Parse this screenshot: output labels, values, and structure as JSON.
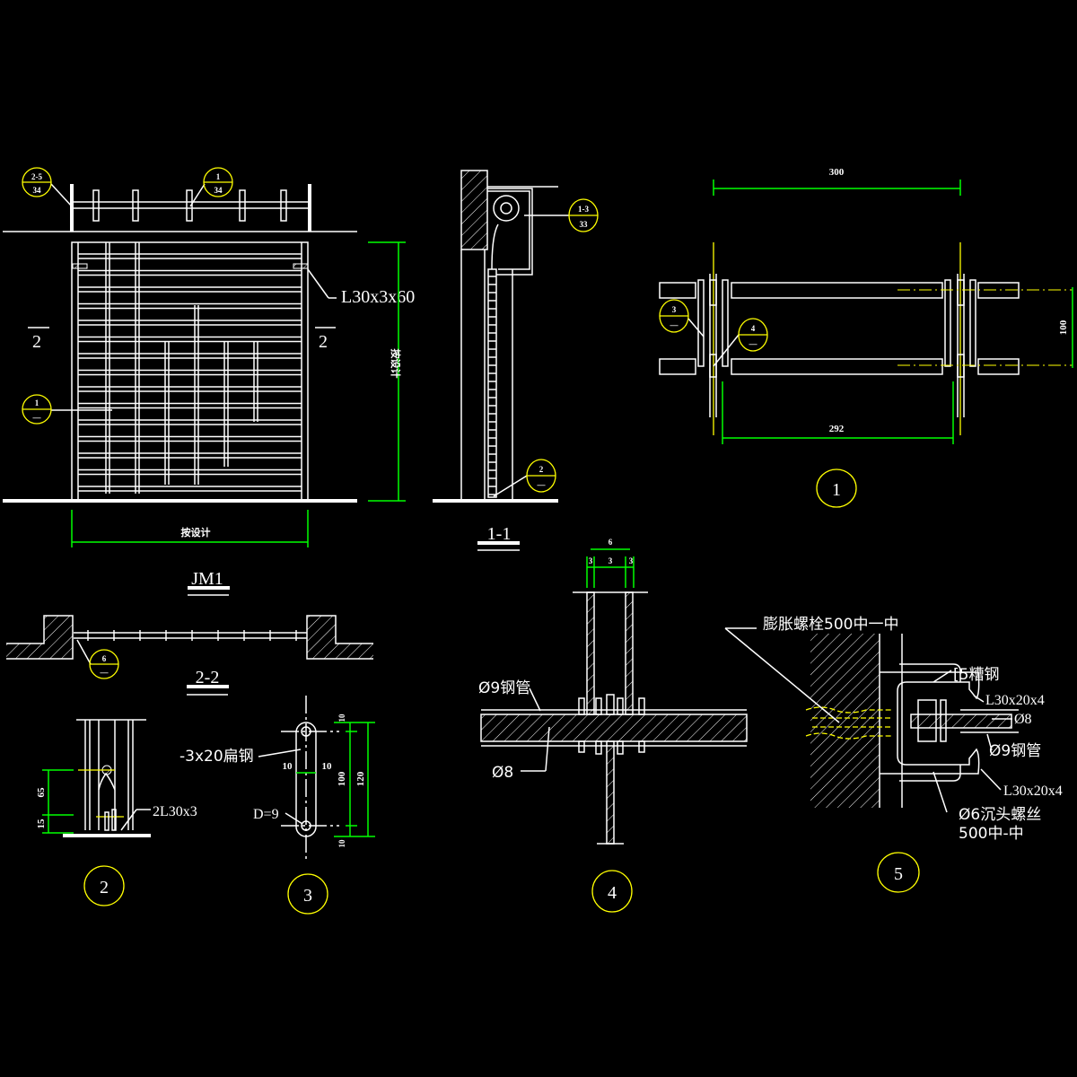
{
  "colors": {
    "background": "#000000",
    "lines": "#ffffff",
    "dimensions": "#00ff00",
    "callouts": "#ffff00"
  },
  "elevation": {
    "title": "JM1",
    "width_dim": "按设计",
    "height_dim": "按设计",
    "angle_label": "L30x3x60",
    "section_mark_left": "2",
    "section_mark_right": "2",
    "callout_a": {
      "top": "2-5",
      "bottom": "34"
    },
    "callout_b": {
      "top": "1",
      "bottom": "34"
    },
    "callout_c": {
      "top": "1",
      "bottom": "—"
    }
  },
  "section_1_1": {
    "title": "1-1",
    "callout_a": {
      "top": "1-3",
      "bottom": "33"
    },
    "callout_b": {
      "top": "2",
      "bottom": "—"
    }
  },
  "section_2_2": {
    "title": "2-2",
    "callout": {
      "top": "6",
      "bottom": "—"
    }
  },
  "detail_1": {
    "number": "1",
    "dim_top": "300",
    "dim_bottom": "292",
    "dim_right": "100",
    "callout_3": {
      "top": "3",
      "bottom": "—"
    },
    "callout_4": {
      "top": "4",
      "bottom": "—"
    }
  },
  "detail_2": {
    "number": "2",
    "label": "2L30x3",
    "dim_upper": "65",
    "dim_lower": "15"
  },
  "detail_3": {
    "number": "3",
    "label_bar": "-3x20扁钢",
    "label_hole": "D=9",
    "dim_left": "10",
    "dim_right": "10",
    "dim_inner": "100",
    "dim_outer": "120",
    "dim_top": "10",
    "dim_bottom": "10"
  },
  "detail_4": {
    "number": "4",
    "dim_total": "6",
    "dim_parts": [
      "3",
      "3",
      "3"
    ],
    "label_pipe": "Ø9钢管",
    "label_rod": "Ø8"
  },
  "detail_5": {
    "number": "5",
    "label_anchor": "膨胀螺栓500中一中",
    "label_channel": "[5糟钢",
    "label_angle_top": "L30x20x4",
    "label_rod": "Ø8",
    "label_pipe": "Ø9钢管",
    "label_angle_bottom": "L30x20x4",
    "label_screw_1": "Ø6沉头螺丝",
    "label_screw_2": "500中-中"
  }
}
